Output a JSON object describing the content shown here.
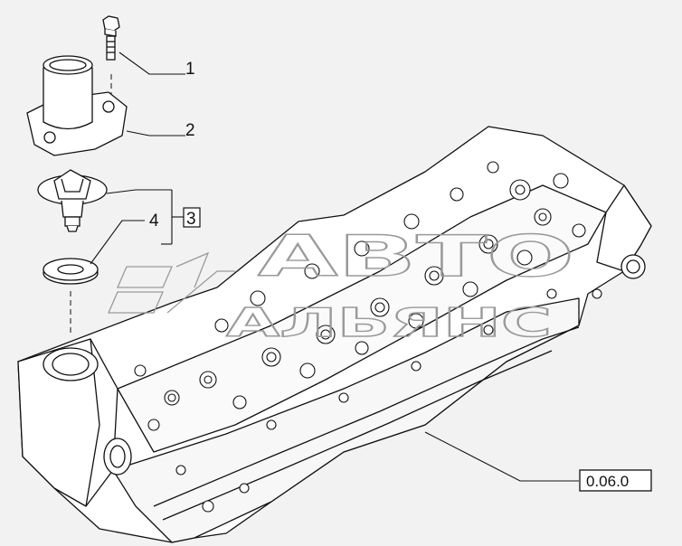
{
  "callouts": {
    "c1": "1",
    "c2": "2",
    "c3": "3",
    "c4": "4"
  },
  "reference_label": "0.06.0",
  "watermark": {
    "line1": "АВТО",
    "line2": "АЛЬЯНС"
  },
  "colors": {
    "background": "#f2f2f2",
    "line": "#111111",
    "part_fill": "#ffffff",
    "watermark": "#9a9a9a"
  }
}
